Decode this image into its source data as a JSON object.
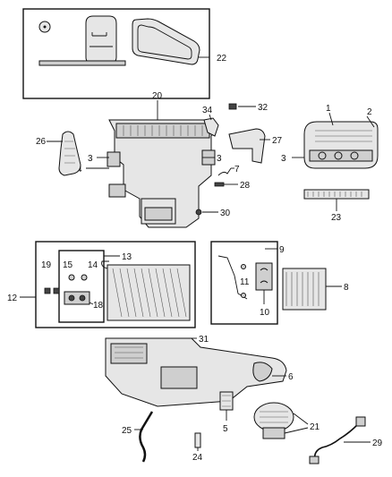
{
  "callouts": [
    "1",
    "2",
    "3",
    "4",
    "5",
    "6",
    "7",
    "8",
    "9",
    "10",
    "11",
    "12",
    "13",
    "14",
    "15",
    "18",
    "19",
    "20",
    "21",
    "22",
    "23",
    "24",
    "25",
    "26",
    "27",
    "28",
    "29",
    "30",
    "31",
    "32",
    "34"
  ],
  "icons": [
    "gasket-kit-icon",
    "hvac-housing-icon",
    "blower-motor-icon",
    "evaporator-core-icon",
    "heater-core-icon",
    "cabin-filter-icon",
    "wiring-harness-icon",
    "hose-icon",
    "bracket-icon",
    "resistor-icon"
  ],
  "colors": {
    "line": "#111111",
    "fill": "#e6e6e6",
    "shade": "#cfcfcf",
    "background": "#ffffff"
  }
}
